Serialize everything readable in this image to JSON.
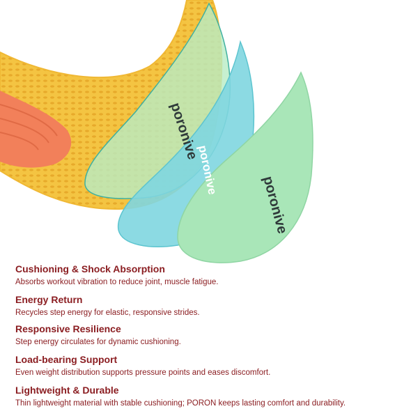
{
  "illustration": {
    "brand_text": "poron",
    "brand_suffix": "ive",
    "colors": {
      "insole_yellow": "#f6c94a",
      "insole_orange": "#f2805a",
      "layer_green": "#b8ecc4",
      "layer_cyan": "#7fd6e0",
      "pad_green": "#a9e6b8"
    }
  },
  "features": [
    {
      "title": "Cushioning & Shock Absorption",
      "description": "Absorbs workout vibration to reduce joint, muscle fatigue."
    },
    {
      "title": "Energy Return",
      "description": "Recycles step energy for elastic, responsive strides."
    },
    {
      "title": "Responsive Resilience",
      "description": "Step energy circulates for dynamic cushioning."
    },
    {
      "title": "Load-bearing Support",
      "description": "Even weight distribution supports pressure points and eases discomfort."
    },
    {
      "title": "Lightweight & Durable",
      "description": "Thin lightweight material with stable cushioning; PORON keeps lasting comfort and durability."
    }
  ],
  "text_color": "#8b1e22"
}
